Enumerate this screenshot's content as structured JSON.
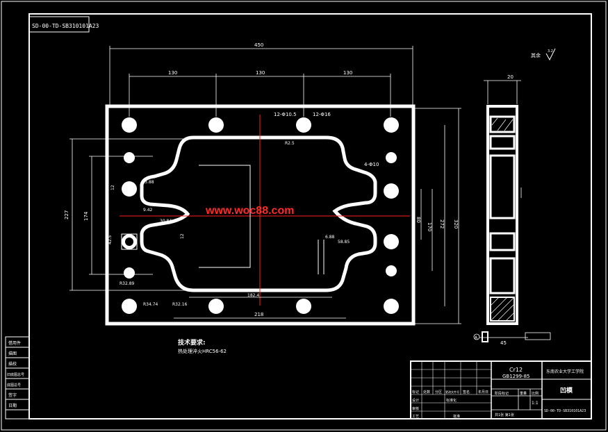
{
  "drawing_number": "SD-00-TD-SB310101A23",
  "watermark": "www.woc88.com",
  "roughness_other": {
    "label": "其余",
    "value": "3.2"
  },
  "dimensions": {
    "overall_width": "450",
    "hole_pitch_1": "130",
    "hole_pitch_2": "130",
    "hole_pitch_3": "130",
    "overall_height": "320",
    "height_272": "272",
    "height_227": "227",
    "height_174": "174",
    "height_170": "170",
    "height_80": "80",
    "bottom_218": "218",
    "bottom_182": "182.4",
    "hole_note_1": "12-Φ10.5",
    "hole_note_2": "12-Φ16",
    "hole_note_3": "4-Φ10",
    "side_thickness_top": "20",
    "side_thickness_bottom": "45",
    "side_ref": "A",
    "cavity_label": "R2.5",
    "dim_6_88": "6.88",
    "dim_58_85": "58.85",
    "dim_42_5": "42.5",
    "dim_r34": "R34.74",
    "dim_r32": "R32.16",
    "dim_r32b": "R32.89",
    "dim_r3": "R3.88",
    "dim_30_84": "30.84",
    "dim_9_42": "9.42",
    "dim_12": "12",
    "dim_12b": "12"
  },
  "tech_req": {
    "title": "技术要求:",
    "line1": "热处理淬火HRC56-62"
  },
  "title_block": {
    "material": "Cr12",
    "standard": "GB1299-85",
    "school": "东南农业大学工学院",
    "part_name": "凹模",
    "scale_label": "比例",
    "scale": "1:1",
    "sheet_info": "共1张 第1张",
    "drawing_code": "SD-00-TD-SB310101A23",
    "stage_label": "阶段标记",
    "weight_label": "重量",
    "design_label": "设计",
    "review_label": "审核",
    "process_label": "工艺",
    "standardize_label": "标准化",
    "approve_label": "批准",
    "mark_cols": [
      "标记",
      "处数",
      "分区",
      "更改文件号",
      "签名",
      "年月日"
    ]
  },
  "left_strip": [
    "借用件",
    "描图",
    "描校",
    "旧底图总号",
    "底图总号",
    "签字",
    "日期"
  ]
}
